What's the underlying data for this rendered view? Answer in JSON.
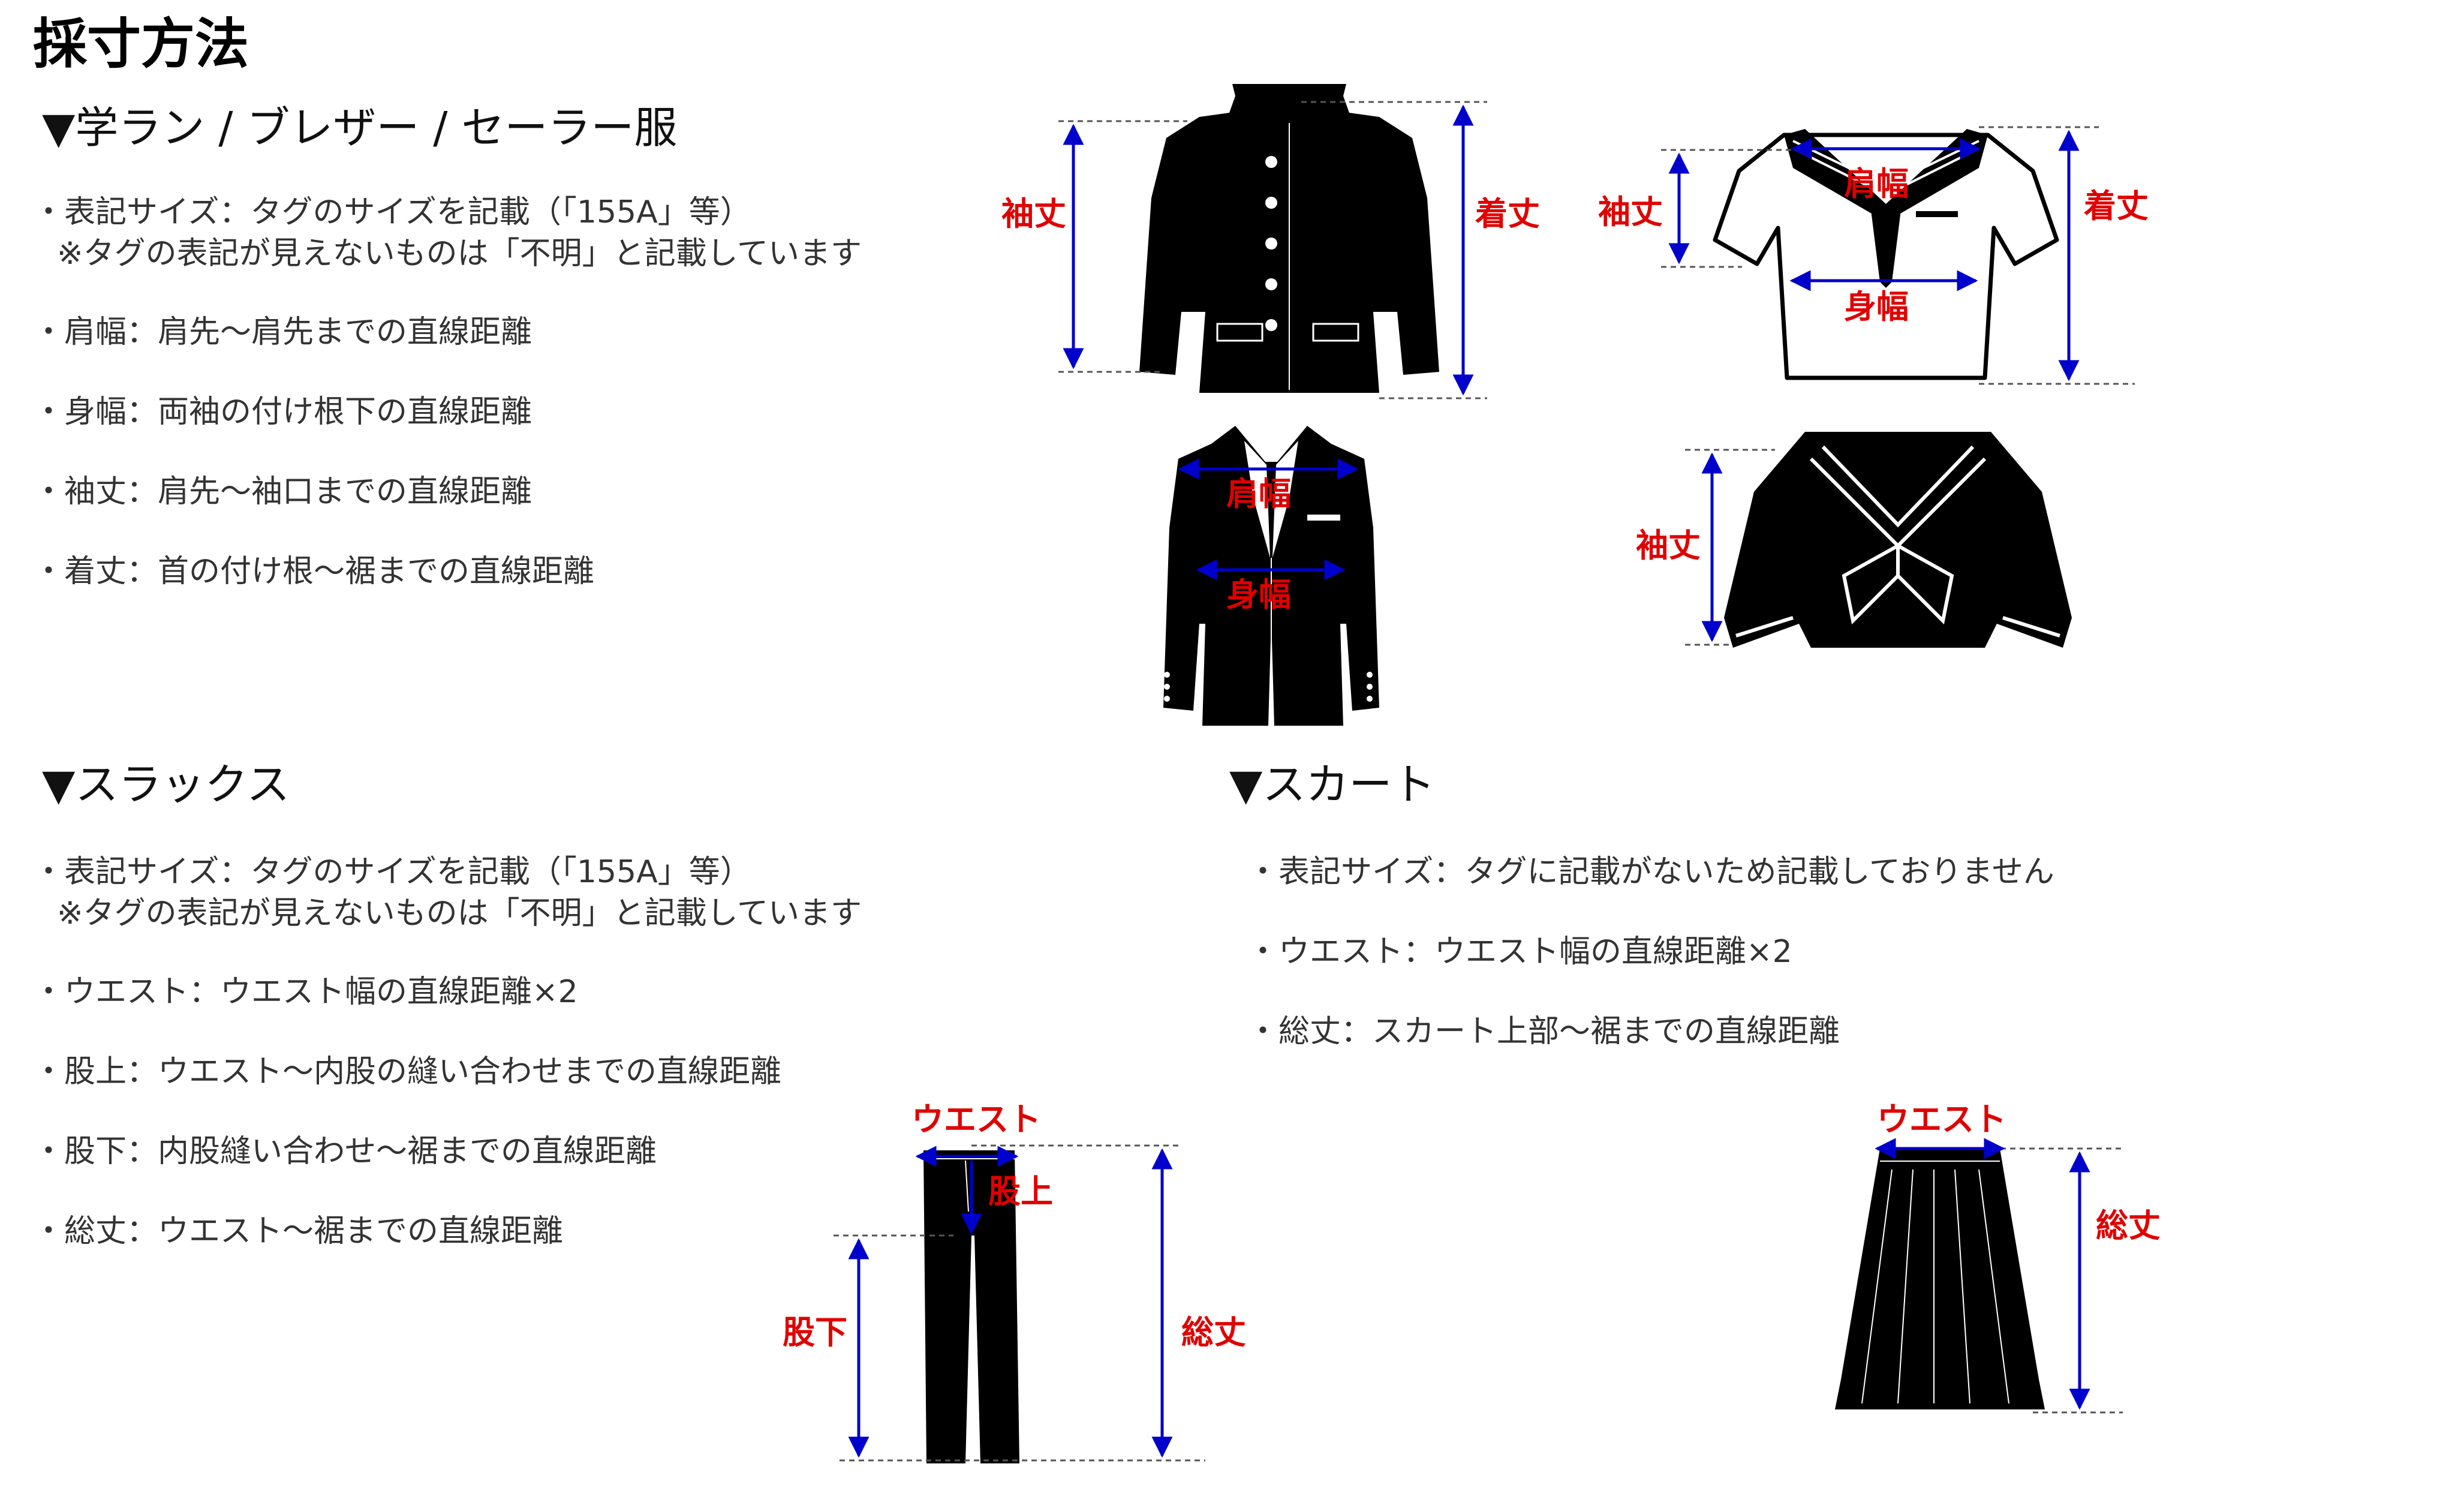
{
  "page": {
    "title": "採寸方法"
  },
  "sections": {
    "top": {
      "heading": "▼学ラン / ブレザー / セーラー服",
      "rules": [
        {
          "line1": "・表記サイズ：タグのサイズを記載（「155A」等）",
          "line2": "※タグの表記が見えないものは「不明」と記載しています"
        },
        {
          "line1": "・肩幅：肩先〜肩先までの直線距離"
        },
        {
          "line1": "・身幅：両袖の付け根下の直線距離"
        },
        {
          "line1": "・袖丈：肩先〜袖口までの直線距離"
        },
        {
          "line1": "・着丈：首の付け根〜裾までの直線距離"
        }
      ]
    },
    "slacks": {
      "heading": "▼スラックス",
      "rules": [
        {
          "line1": "・表記サイズ：タグのサイズを記載（「155A」等）",
          "line2": "※タグの表記が見えないものは「不明」と記載しています"
        },
        {
          "line1": "・ウエスト：ウエスト幅の直線距離×2"
        },
        {
          "line1": "・股上：ウエスト〜内股の縫い合わせまでの直線距離"
        },
        {
          "line1": "・股下：内股縫い合わせ〜裾までの直線距離"
        },
        {
          "line1": "・総丈：ウエスト〜裾までの直線距離"
        }
      ]
    },
    "skirt": {
      "heading": "▼スカート",
      "rules": [
        {
          "line1": "・表記サイズ：タグに記載がないため記載しておりません"
        },
        {
          "line1": "・ウエスト：ウエスト幅の直線距離×2"
        },
        {
          "line1": "・総丈：スカート上部〜裾までの直線距離"
        }
      ]
    }
  },
  "labels": {
    "sleeve": "袖丈",
    "length": "着丈",
    "shoulder": "肩幅",
    "body": "身幅",
    "waist": "ウエスト",
    "rise": "股上",
    "inseam": "股下",
    "total": "総丈"
  },
  "colors": {
    "label": "#e00000",
    "arrow": "#0000cc",
    "garment": "#000000",
    "text": "#333333"
  },
  "icons": [
    "gakuran-icon",
    "blazer-icon",
    "sailor-summer-icon",
    "sailor-winter-icon",
    "slacks-icon",
    "skirt-icon"
  ]
}
